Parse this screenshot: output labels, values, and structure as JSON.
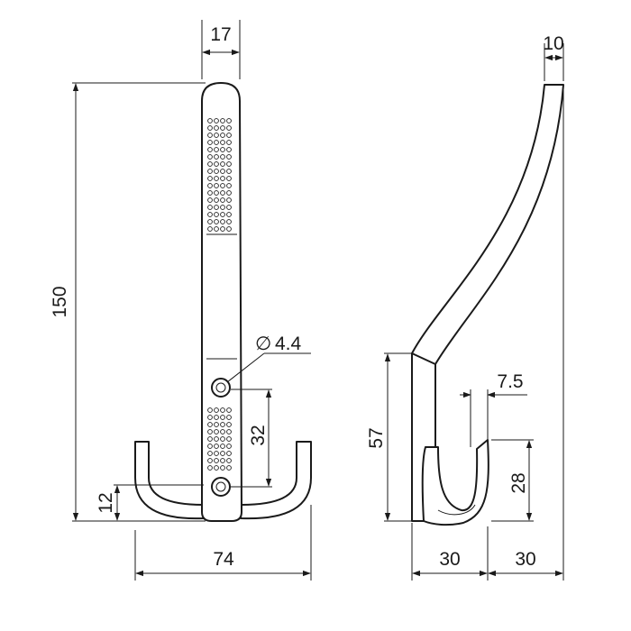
{
  "front_view": {
    "dims": {
      "width_top": "17",
      "height_total": "150",
      "hole_diameter": "4.4",
      "hole_spacing": "32",
      "bottom_offset": "12",
      "span": "74"
    },
    "diameter_symbol": "∅"
  },
  "side_view": {
    "dims": {
      "top_thickness": "10",
      "base_height": "57",
      "hook_gap": "7.5",
      "hook_height": "28",
      "projection_1": "30",
      "projection_2": "30"
    }
  },
  "colors": {
    "line": "#1a1a1a",
    "background": "#ffffff"
  }
}
